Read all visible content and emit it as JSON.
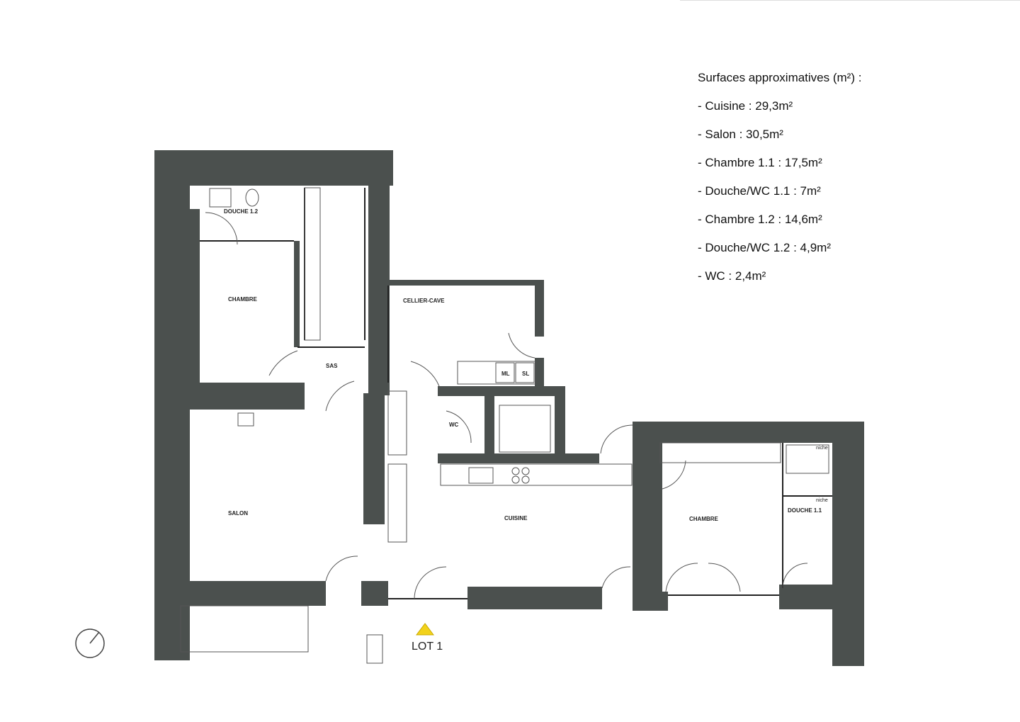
{
  "legend": {
    "title": "Surfaces approximatives (m²) :",
    "items": [
      "- Cuisine : 29,3m²",
      "- Salon : 30,5m²",
      "- Chambre 1.1 : 17,5m²",
      "- Douche/WC 1.1 : 7m²",
      "- Chambre 1.2 : 14,6m²",
      "- Douche/WC 1.2 : 4,9m²",
      "- WC : 2,4m²"
    ]
  },
  "rooms": {
    "douche12": "DOUCHE 1.2",
    "chambre_left": "CHAMBRE",
    "sas": "SAS",
    "cellier": "CELLIER-CAVE",
    "ml": "ML",
    "sl": "SL",
    "wc": "WC",
    "salon": "SALON",
    "cuisine": "CUISINE",
    "chambre_right": "CHAMBRE",
    "douche11": "DOUCHE 1.1",
    "niche1": "niche",
    "niche2": "niche"
  },
  "entrance": {
    "label": "LOT 1",
    "marker_color": "#f2d21b"
  },
  "colors": {
    "wall": "#4b504e"
  }
}
